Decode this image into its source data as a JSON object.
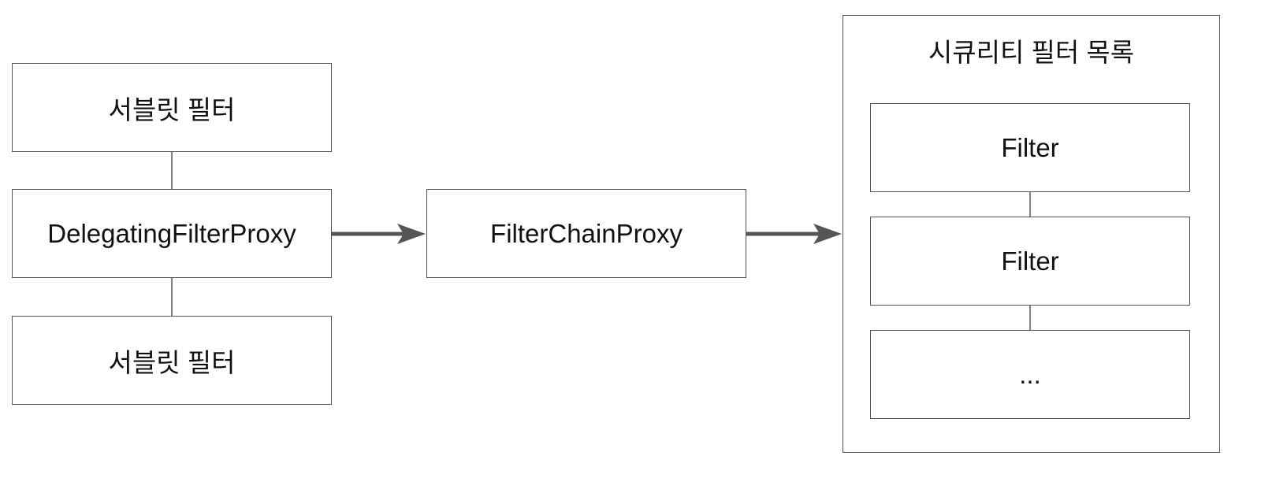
{
  "servlet_filter_top": {
    "label": "서블릿 필터"
  },
  "delegating_proxy": {
    "label": "DelegatingFilterProxy"
  },
  "servlet_filter_bottom": {
    "label": "서블릿 필터"
  },
  "filter_chain_proxy": {
    "label": "FilterChainProxy"
  },
  "security_filters": {
    "title": "시큐리티 필터 목록",
    "items": [
      {
        "label": "Filter"
      },
      {
        "label": "Filter"
      },
      {
        "label": "..."
      }
    ]
  },
  "colors": {
    "border": "#555555",
    "arrow": "#555555",
    "text": "#111111",
    "background": "#ffffff"
  }
}
